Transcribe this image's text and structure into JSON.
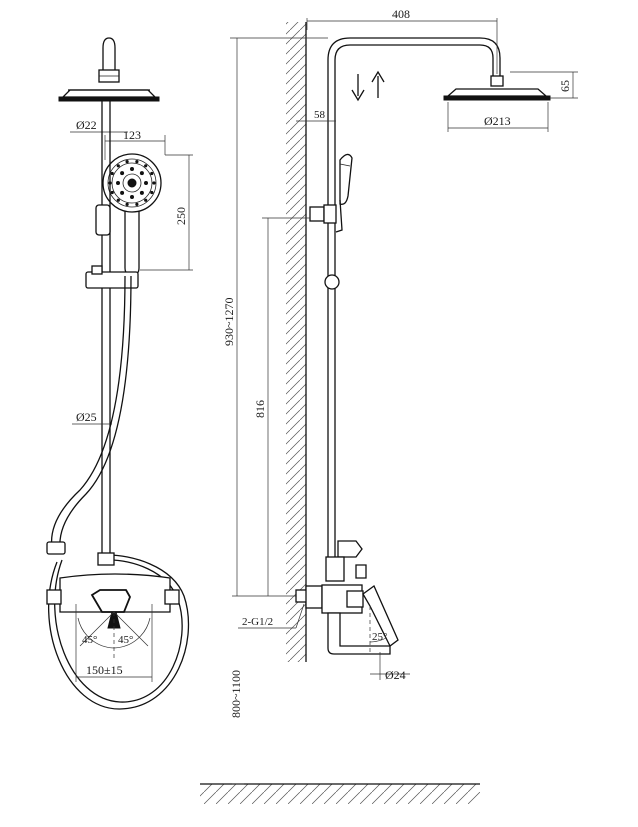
{
  "dimensions": {
    "overall_width": "408",
    "head_height": "65",
    "head_diameter": "Ø213",
    "arm_offset": "58",
    "pipe_diameter_top": "Ø22",
    "handset_offset": "123",
    "handset_length": "250",
    "rail_diameter": "Ø25",
    "height_range": "930~1270",
    "inlet_height": "816",
    "inlet_thread": "2-G1/2",
    "mount_height": "800~1100",
    "spout_diameter": "Ø24",
    "inlet_spacing": "150±15",
    "handle_angle_left": "45°",
    "handle_angle_right": "45°",
    "spout_angle": "25°"
  }
}
